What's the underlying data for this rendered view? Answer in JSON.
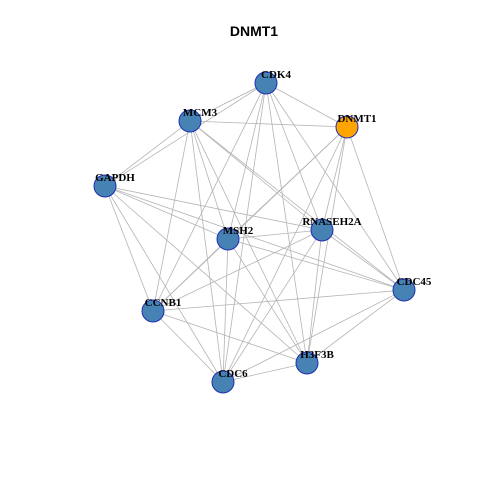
{
  "title": "DNMT1",
  "colors": {
    "node_default": "#4682B4",
    "node_highlight": "#FFA500",
    "node_border": "#1f2fb0",
    "edge": "#b4b4b4"
  },
  "nodes": [
    {
      "id": "CDK4",
      "label": "CDK4",
      "highlight": false
    },
    {
      "id": "MCM3",
      "label": "MCM3",
      "highlight": false
    },
    {
      "id": "DNMT1",
      "label": "DNMT1",
      "highlight": true
    },
    {
      "id": "GAPDH",
      "label": "GAPDH",
      "highlight": false
    },
    {
      "id": "MSH2",
      "label": "MSH2",
      "highlight": false
    },
    {
      "id": "RNASEH2A",
      "label": "RNASEH2A",
      "highlight": false
    },
    {
      "id": "CDC45",
      "label": "CDC45",
      "highlight": false
    },
    {
      "id": "CCNB1",
      "label": "CCNB1",
      "highlight": false
    },
    {
      "id": "H3F3B",
      "label": "H3F3B",
      "highlight": false
    },
    {
      "id": "CDC6",
      "label": "CDC6",
      "highlight": false
    }
  ],
  "edges": [
    [
      "CDK4",
      "MCM3"
    ],
    [
      "CDK4",
      "DNMT1"
    ],
    [
      "CDK4",
      "GAPDH"
    ],
    [
      "CDK4",
      "MSH2"
    ],
    [
      "CDK4",
      "RNASEH2A"
    ],
    [
      "CDK4",
      "CDC45"
    ],
    [
      "CDK4",
      "CCNB1"
    ],
    [
      "CDK4",
      "H3F3B"
    ],
    [
      "CDK4",
      "CDC6"
    ],
    [
      "MCM3",
      "DNMT1"
    ],
    [
      "MCM3",
      "GAPDH"
    ],
    [
      "MCM3",
      "MSH2"
    ],
    [
      "MCM3",
      "RNASEH2A"
    ],
    [
      "MCM3",
      "CDC45"
    ],
    [
      "MCM3",
      "CCNB1"
    ],
    [
      "MCM3",
      "H3F3B"
    ],
    [
      "MCM3",
      "CDC6"
    ],
    [
      "DNMT1",
      "MSH2"
    ],
    [
      "DNMT1",
      "RNASEH2A"
    ],
    [
      "DNMT1",
      "CDC45"
    ],
    [
      "DNMT1",
      "CCNB1"
    ],
    [
      "DNMT1",
      "H3F3B"
    ],
    [
      "DNMT1",
      "CDC6"
    ],
    [
      "GAPDH",
      "MSH2"
    ],
    [
      "GAPDH",
      "RNASEH2A"
    ],
    [
      "GAPDH",
      "CDC45"
    ],
    [
      "GAPDH",
      "CCNB1"
    ],
    [
      "GAPDH",
      "H3F3B"
    ],
    [
      "GAPDH",
      "CDC6"
    ],
    [
      "MSH2",
      "RNASEH2A"
    ],
    [
      "MSH2",
      "CDC45"
    ],
    [
      "MSH2",
      "CCNB1"
    ],
    [
      "MSH2",
      "H3F3B"
    ],
    [
      "MSH2",
      "CDC6"
    ],
    [
      "RNASEH2A",
      "CDC45"
    ],
    [
      "RNASEH2A",
      "CCNB1"
    ],
    [
      "RNASEH2A",
      "H3F3B"
    ],
    [
      "RNASEH2A",
      "CDC6"
    ],
    [
      "CDC45",
      "CCNB1"
    ],
    [
      "CDC45",
      "H3F3B"
    ],
    [
      "CDC45",
      "CDC6"
    ],
    [
      "CCNB1",
      "H3F3B"
    ],
    [
      "CCNB1",
      "CDC6"
    ],
    [
      "H3F3B",
      "CDC6"
    ]
  ]
}
